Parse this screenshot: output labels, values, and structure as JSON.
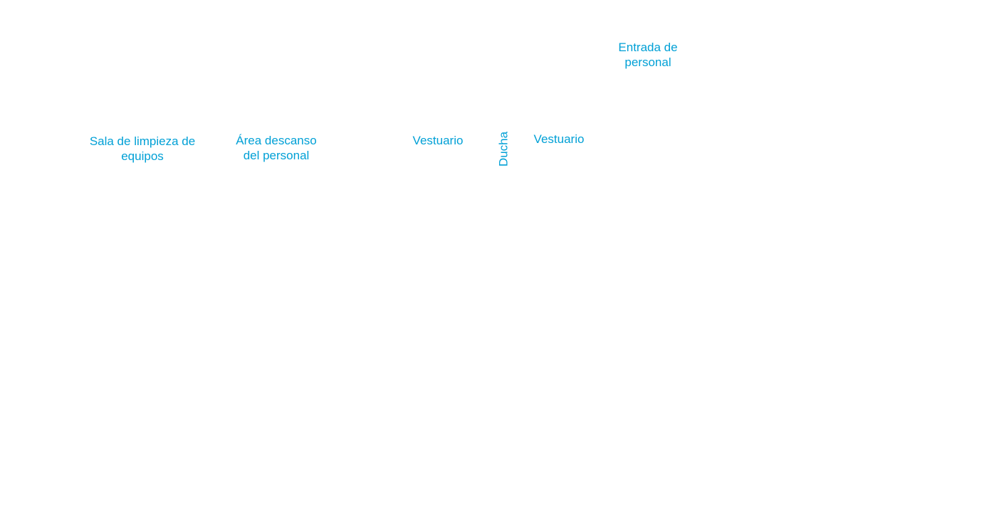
{
  "accent_color": "#00a0d6",
  "rooms": {
    "cleaning_room": "Sala de limpieza de\nequipos",
    "break_area": "Área descanso\n del personal",
    "locker_room_1": "Vestuario",
    "shower": "Ducha",
    "locker_room_2": "Vestuario",
    "staff_entrance": "Entrada de\n personal"
  }
}
